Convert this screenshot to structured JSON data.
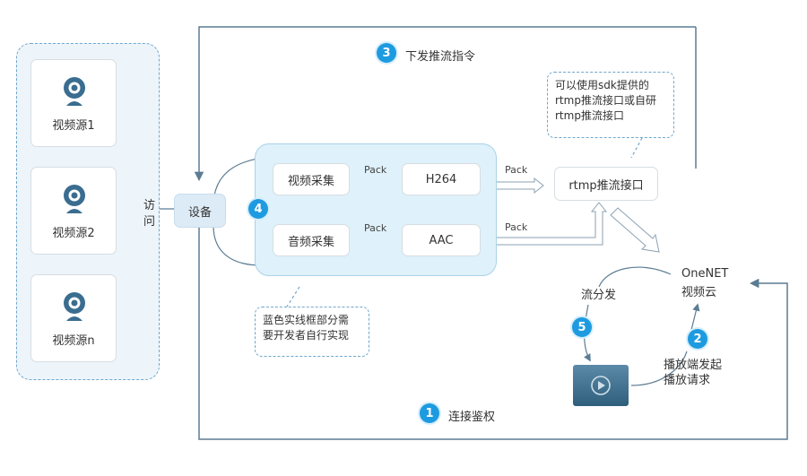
{
  "sources": [
    {
      "label": "视频源1",
      "icon": "webcam-icon"
    },
    {
      "label": "视频源2",
      "icon": "webcam-icon"
    },
    {
      "label": "视频源n",
      "icon": "webcam-icon"
    }
  ],
  "access_label_top": "访",
  "access_label_bottom": "问",
  "device_label": "设备",
  "steps": {
    "s1": {
      "num": "1",
      "text": "连接鉴权"
    },
    "s2": {
      "num": "2",
      "line1": "播放端发起",
      "line2": "播放请求"
    },
    "s3": {
      "num": "3",
      "text": "下发推流指令"
    },
    "s4": {
      "num": "4"
    },
    "s5": {
      "num": "5",
      "text": "流分发"
    }
  },
  "pipeline": {
    "video_capture": "视频采集",
    "audio_capture": "音频采集",
    "h264": "H264",
    "aac": "AAC",
    "pack": "Pack"
  },
  "rtmp_interface": "rtmp推流接口",
  "cloud": {
    "line1": "OneNET",
    "line2": "视频云"
  },
  "note_sdk": {
    "line1": "可以使用sdk提供的",
    "line2": "rtmp推流接口或自研",
    "line3": "rtmp推流接口"
  },
  "note_dev": {
    "line1": "蓝色实线框部分需",
    "line2": "要开发者自行实现"
  },
  "colors": {
    "accent": "#1e9be0",
    "line": "#5b7c93",
    "dashed_border": "#6fa6cc",
    "panel": "#dff1fa"
  }
}
